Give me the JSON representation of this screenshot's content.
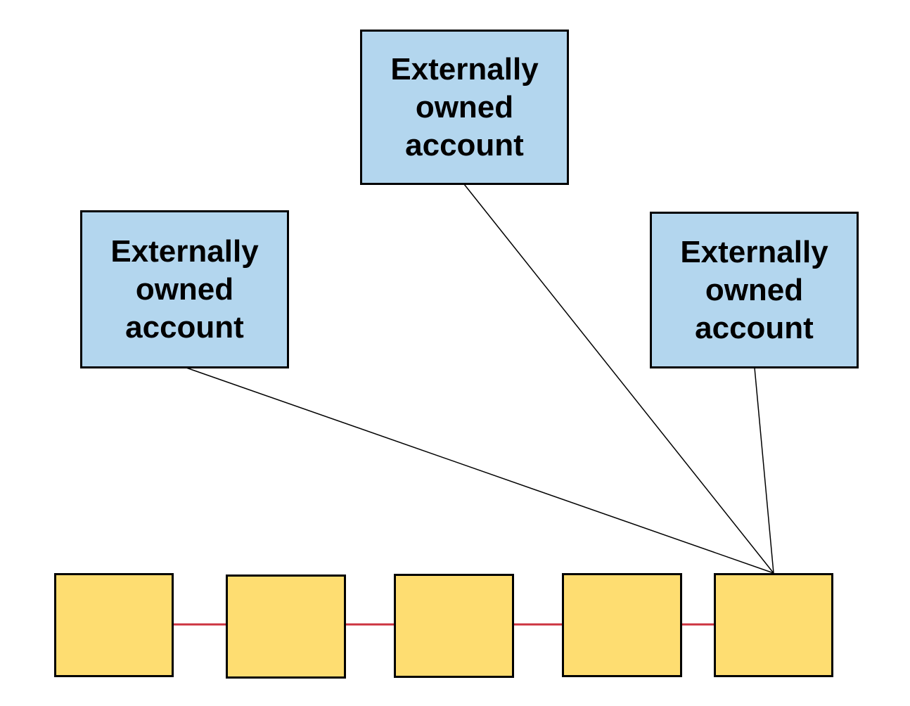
{
  "colors": {
    "account_fill": "#b3d6ee",
    "block_fill": "#fedd71",
    "chain_link": "#cc3340",
    "connector": "#000000",
    "border": "#000000"
  },
  "accounts": [
    {
      "label": "Externally owned account"
    },
    {
      "label": "Externally owned account"
    },
    {
      "label": "Externally owned account"
    }
  ],
  "blocks_count_note": "",
  "chain": {
    "block_count": 5
  }
}
